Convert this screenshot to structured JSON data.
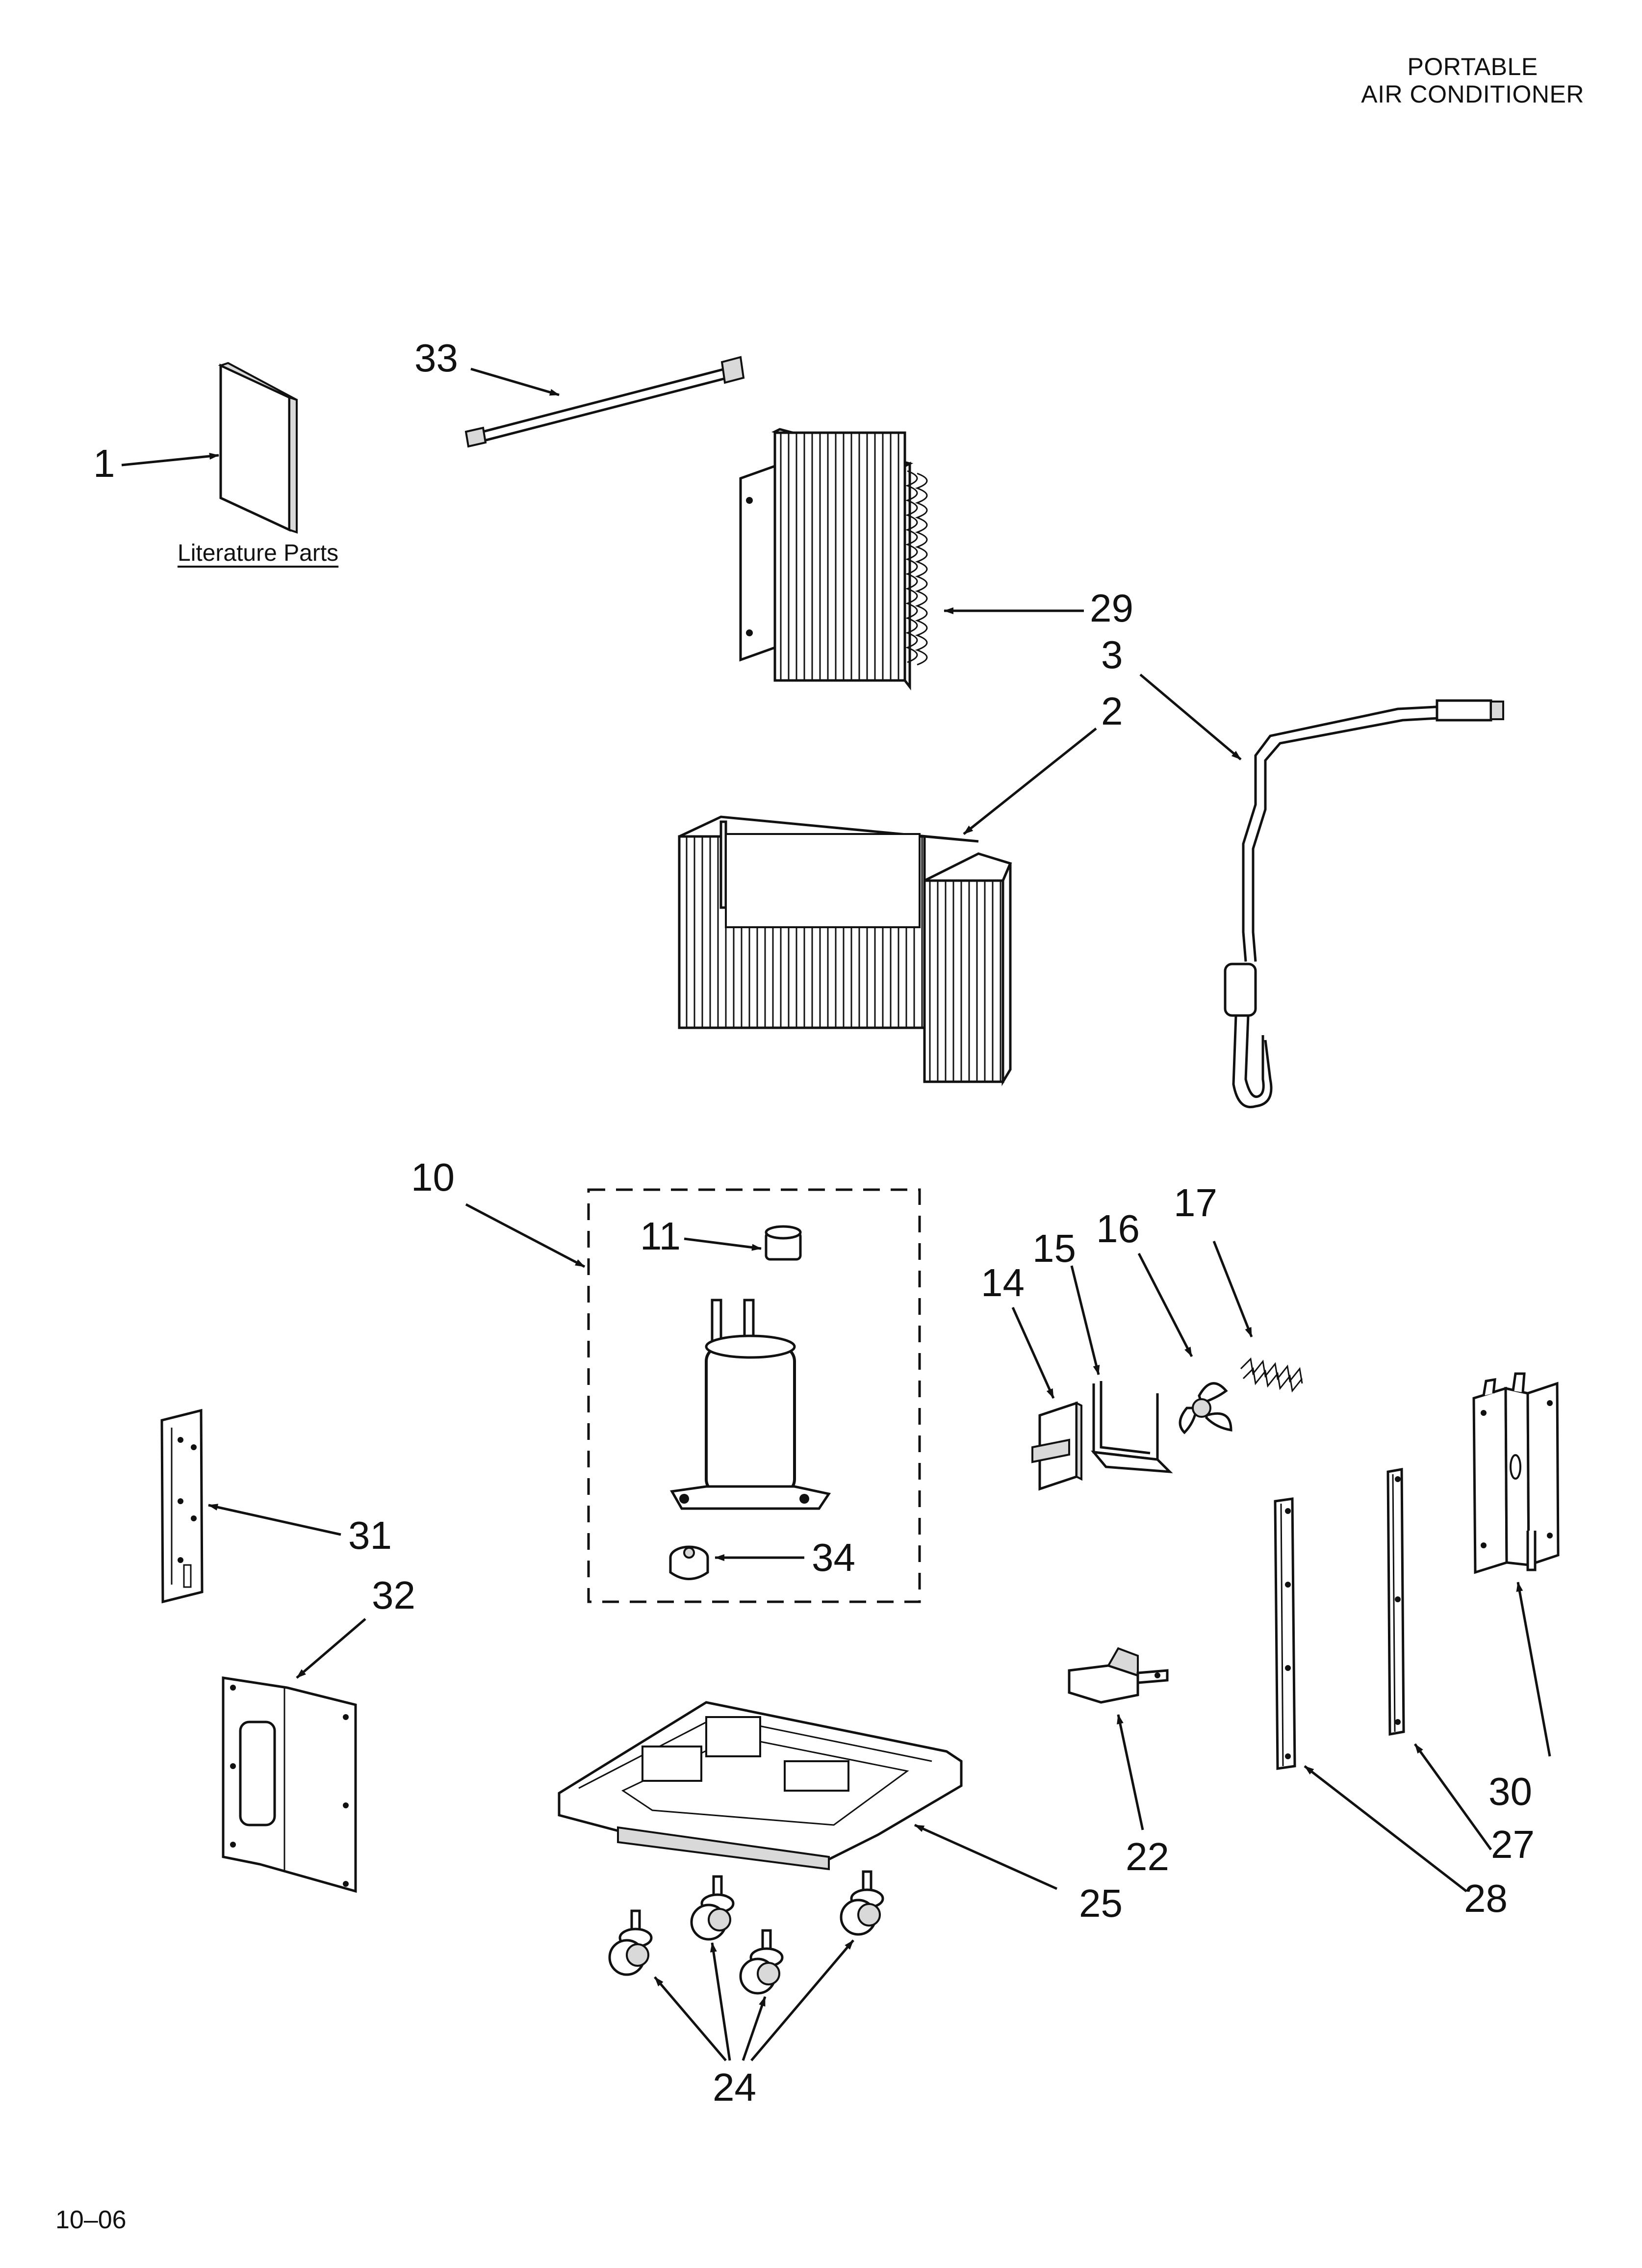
{
  "header": {
    "line1": "PORTABLE",
    "line2": "AIR CONDITIONER"
  },
  "literature_label": "Literature Parts",
  "footer": {
    "date_code": "10–06"
  },
  "callouts": {
    "c1": "1",
    "c2": "2",
    "c3": "3",
    "c10": "10",
    "c11": "11",
    "c14": "14",
    "c15": "15",
    "c16": "16",
    "c17": "17",
    "c22": "22",
    "c24": "24",
    "c25": "25",
    "c27": "27",
    "c28": "28",
    "c29": "29",
    "c30": "30",
    "c31": "31",
    "c32": "32",
    "c33": "33",
    "c34": "34"
  }
}
